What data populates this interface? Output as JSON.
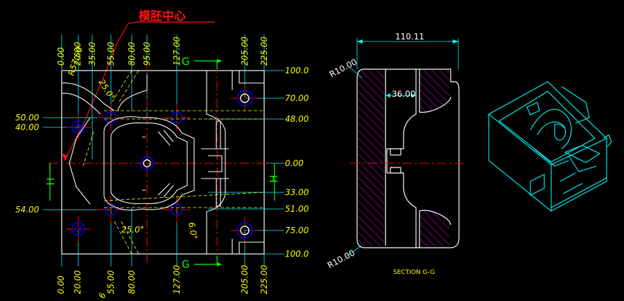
{
  "annotation": {
    "label": "模胚中心",
    "color": "#ff1010"
  },
  "colors": {
    "background": "#000000",
    "outline": "#ffffff",
    "dimension": "#ffff00",
    "leader": "#00ffff",
    "centerline": "#ff0000",
    "hatch": "#ff00ff",
    "iso": "#00ffff",
    "section_mark": "#00ff00",
    "hole": "#0000ff"
  },
  "plan_view": {
    "x_top": [
      "0.00",
      "20.00",
      "35.00",
      "55.00",
      "80.00",
      "95.00",
      "127.00",
      "205.00",
      "225.00"
    ],
    "x_bottom": [
      "0.00",
      "20.00",
      "55.00",
      "80.00",
      "127.00",
      "205.00",
      "225.00"
    ],
    "y_right": [
      "100.0",
      "70.00",
      "48.00",
      "0.00",
      "33.00",
      "51.00",
      "75.00",
      "100.0"
    ],
    "y_left": [
      "50.00",
      "40.00",
      "54.00"
    ],
    "radius": "R57.50",
    "angle_top": "25.0°",
    "angle_bottom": "25.0°",
    "angle_small": "6.0°",
    "bottom_stub": "6",
    "section_mark_top": "G",
    "section_mark_bottom": "G",
    "side_mark": "H"
  },
  "section_view": {
    "width_dim": "110.11",
    "inner_dim": "36.00",
    "radius_top": "R10.00",
    "radius_bottom": "R10.00",
    "label": "SECTION G-G"
  },
  "iso_view": {
    "name": "isometric-mold-block"
  }
}
